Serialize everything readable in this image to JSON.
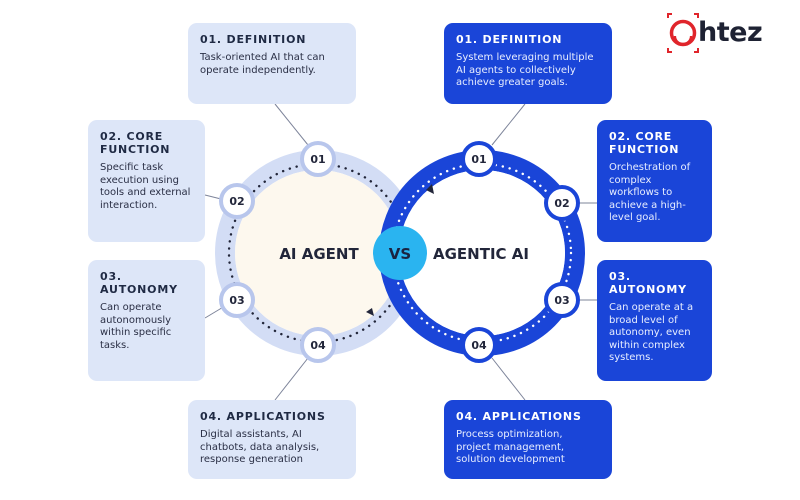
{
  "logo": {
    "text": "htez",
    "accent_color": "#e0252b"
  },
  "center": {
    "left_label": "AI AGENT",
    "right_label": "AGENTIC AI",
    "vs_label": "VS"
  },
  "node_numbers": [
    "01",
    "02",
    "03",
    "04"
  ],
  "left_cards": [
    {
      "title": "01. DEFINITION",
      "body": "Task-oriented AI that can operate independently."
    },
    {
      "title": "02. CORE FUNCTION",
      "body": "Specific task execution using tools and external interaction."
    },
    {
      "title": "03. AUTONOMY",
      "body": "Can operate autonomously within specific tasks."
    },
    {
      "title": "04. APPLICATIONS",
      "body": "Digital assistants, AI chatbots, data analysis, response generation"
    }
  ],
  "right_cards": [
    {
      "title": "01. DEFINITION",
      "body": "System leveraging multiple AI agents to collectively achieve greater goals."
    },
    {
      "title": "02. CORE FUNCTION",
      "body": "Orchestration of complex workflows to achieve a high-level goal."
    },
    {
      "title": "03. AUTONOMY",
      "body": "Can operate at a broad level of autonomy, even within complex systems."
    },
    {
      "title": "04. APPLICATIONS",
      "body": "Process optimization, project management, solution development"
    }
  ],
  "colors": {
    "left_card_bg": "#dde6f8",
    "right_card_bg": "#1a45d8",
    "left_ring": "#d3ddf5",
    "right_ring": "#1a45d8",
    "vs_circle": "#2ab4f0",
    "left_center": "#fdf8ee"
  }
}
